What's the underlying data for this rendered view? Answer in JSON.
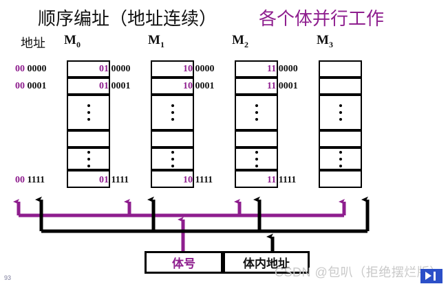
{
  "slide": {
    "page_number": "93",
    "title_black": "顺序编址（地址连续）",
    "title_purple": "各个体并行工作",
    "colors": {
      "purple": "#8e1e8e",
      "black": "#111111",
      "watermark_gray": "#c9c9c9",
      "logo_blue": "#2b4fc8"
    }
  },
  "headers": {
    "address_label": "地址",
    "banks": [
      {
        "name": "M",
        "sub": "0"
      },
      {
        "name": "M",
        "sub": "1"
      },
      {
        "name": "M",
        "sub": "2"
      },
      {
        "name": "M",
        "sub": "3"
      }
    ]
  },
  "banks": [
    {
      "id": "M0",
      "addresses": [
        {
          "prefix": "00",
          "suffix": "0000"
        },
        {
          "prefix": "00",
          "suffix": "0001"
        },
        {
          "prefix": "00",
          "suffix": "1111"
        }
      ]
    },
    {
      "id": "M1",
      "addresses": [
        {
          "prefix": "01",
          "suffix": "0000"
        },
        {
          "prefix": "01",
          "suffix": "0001"
        },
        {
          "prefix": "01",
          "suffix": "1111"
        }
      ]
    },
    {
      "id": "M2",
      "addresses": [
        {
          "prefix": "10",
          "suffix": "0000"
        },
        {
          "prefix": "10",
          "suffix": "0001"
        },
        {
          "prefix": "10",
          "suffix": "1111"
        }
      ]
    },
    {
      "id": "M3",
      "addresses": [
        {
          "prefix": "11",
          "suffix": "0000"
        },
        {
          "prefix": "11",
          "suffix": "0001"
        },
        {
          "prefix": "11",
          "suffix": "1111"
        }
      ]
    }
  ],
  "registers": {
    "bank_number": "体号",
    "inner_address": "体内地址"
  },
  "watermark": {
    "text": "CSDN @包叭（拒绝摆烂版）"
  }
}
